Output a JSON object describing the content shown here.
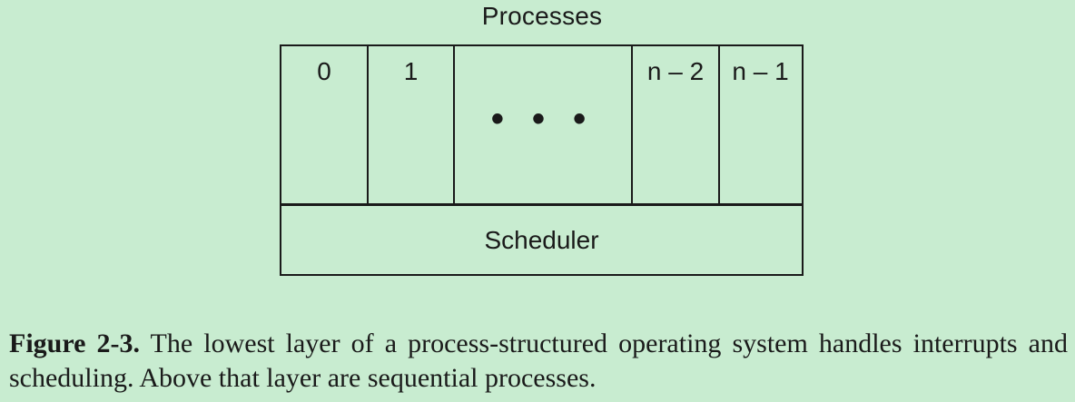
{
  "diagram": {
    "top_label": "Processes",
    "process_cells": [
      "0",
      "1",
      "• • •",
      "n – 2",
      "n – 1"
    ],
    "scheduler_label": "Scheduler"
  },
  "caption": {
    "figure_label": "Figure 2-3.",
    "text": " The lowest layer of a process-structured operating system handles interrupts and scheduling. Above that layer are sequential processes."
  }
}
